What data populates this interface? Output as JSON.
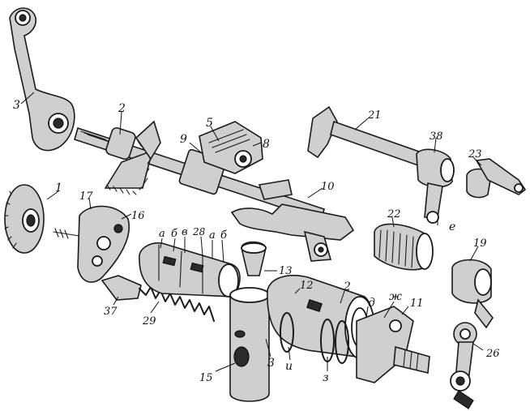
{
  "figure": {
    "labels": [
      {
        "id": "1",
        "text": "1"
      },
      {
        "id": "2a",
        "text": "2"
      },
      {
        "id": "2b",
        "text": "2"
      },
      {
        "id": "3",
        "text": "3"
      },
      {
        "id": "5",
        "text": "5"
      },
      {
        "id": "8",
        "text": "8"
      },
      {
        "id": "9",
        "text": "9"
      },
      {
        "id": "10",
        "text": "10"
      },
      {
        "id": "11",
        "text": "11"
      },
      {
        "id": "12",
        "text": "12"
      },
      {
        "id": "13",
        "text": "13"
      },
      {
        "id": "15",
        "text": "15"
      },
      {
        "id": "16",
        "text": "16"
      },
      {
        "id": "17",
        "text": "17"
      },
      {
        "id": "19",
        "text": "19"
      },
      {
        "id": "21",
        "text": "21"
      },
      {
        "id": "22",
        "text": "22"
      },
      {
        "id": "23",
        "text": "23"
      },
      {
        "id": "26",
        "text": "26"
      },
      {
        "id": "28",
        "text": "28"
      },
      {
        "id": "29",
        "text": "29"
      },
      {
        "id": "37",
        "text": "37"
      },
      {
        "id": "38",
        "text": "38"
      },
      {
        "id": "a1",
        "text": "а"
      },
      {
        "id": "a2",
        "text": "а"
      },
      {
        "id": "b1",
        "text": "б"
      },
      {
        "id": "b2",
        "text": "б"
      },
      {
        "id": "v",
        "text": "в"
      },
      {
        "id": "d",
        "text": "д"
      },
      {
        "id": "e",
        "text": "е"
      },
      {
        "id": "zh",
        "text": "ж"
      },
      {
        "id": "z",
        "text": "з"
      },
      {
        "id": "i",
        "text": "и"
      },
      {
        "id": "ze",
        "text": "з"
      }
    ]
  }
}
